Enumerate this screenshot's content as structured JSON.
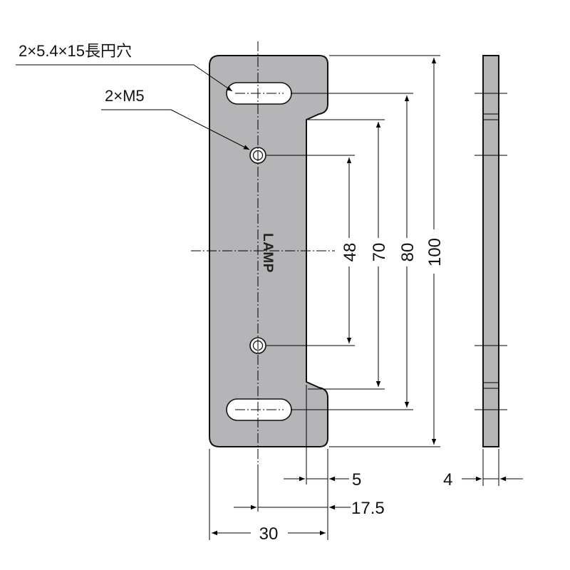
{
  "callouts": {
    "slot_holes": "2×5.4×15長円穴",
    "threaded_holes": "2×M5"
  },
  "logo_text": "LAMP",
  "dimensions": {
    "hole_pitch": "48",
    "notch_length": "70",
    "slot_pitch": "80",
    "overall_height": "100",
    "notch_depth": "5",
    "hole_offset": "17.5",
    "overall_width": "30",
    "thickness": "4"
  },
  "colors": {
    "plate": "#b5b5b7",
    "line": "#000000",
    "background": "#ffffff"
  }
}
